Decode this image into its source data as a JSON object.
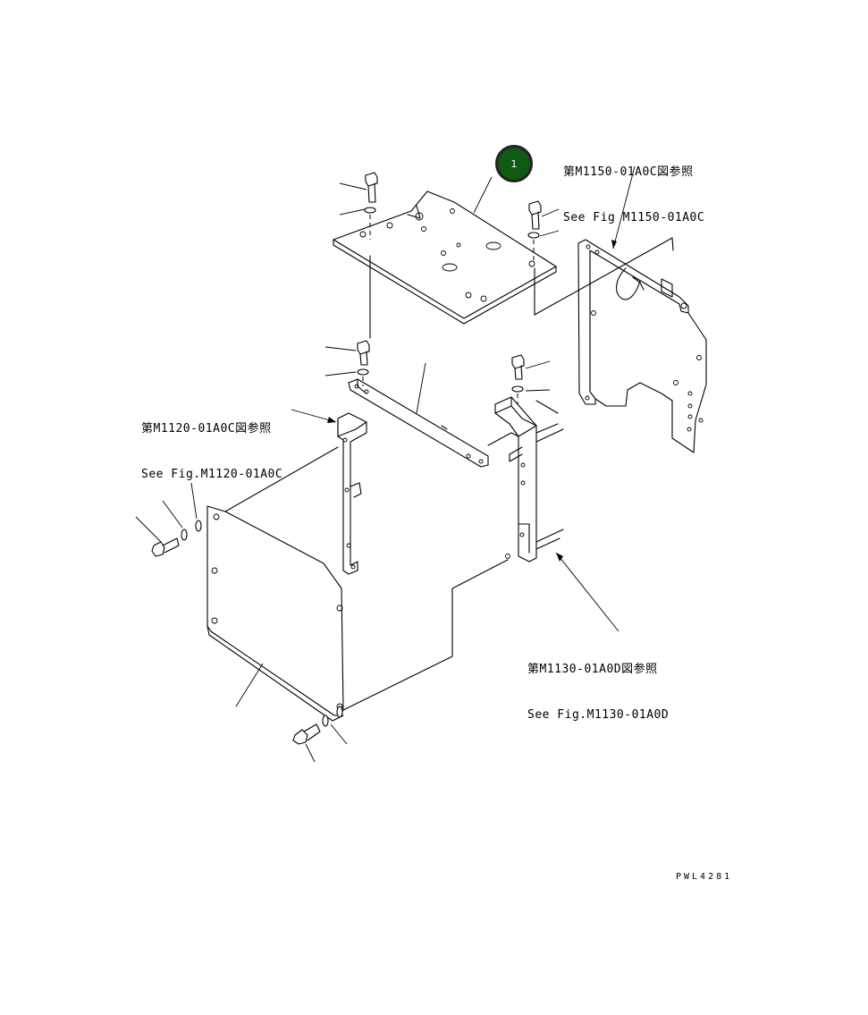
{
  "references": [
    {
      "jp": "第M1150-01A0C図参照",
      "en": "See Fig M1150-01A0C"
    },
    {
      "jp": "第M1120-01A0C図参照",
      "en": "See Fig.M1120-01A0C"
    },
    {
      "jp": "第M1130-01A0D図参照",
      "en": "See Fig.M1130-01A0D"
    }
  ],
  "callout": {
    "number": "1",
    "color": "#0f5a12"
  },
  "drawing_id": "PWL4281"
}
